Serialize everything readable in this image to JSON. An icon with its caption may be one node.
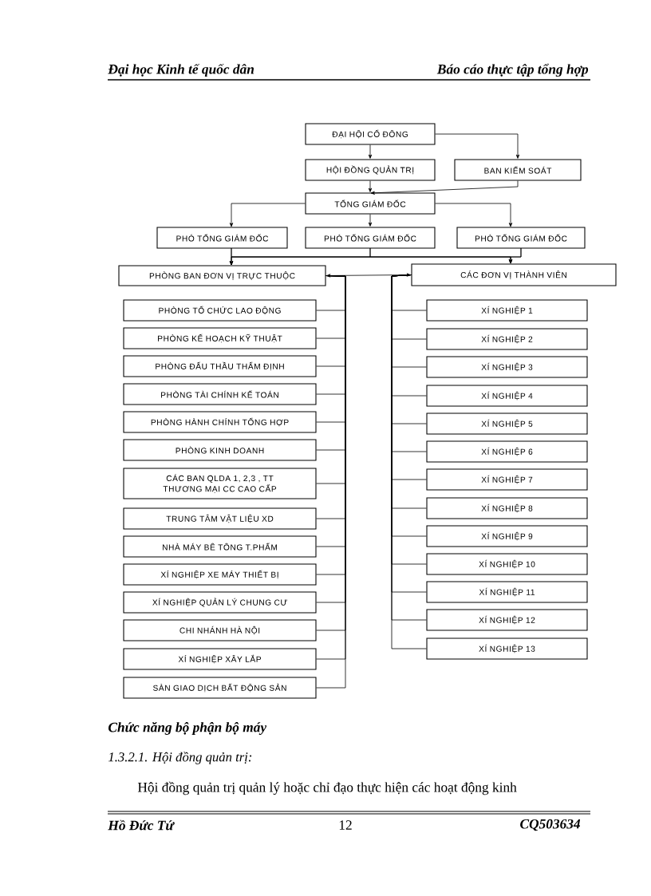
{
  "diagram": {
    "nodes": [
      {
        "text": [
          "ĐẠI HỘI CỔ ĐÔNG"
        ]
      },
      {
        "text": [
          "HỘI ĐỒNG QUẢN TRỊ"
        ]
      },
      {
        "text": [
          "BAN KIỂM SOÁT"
        ]
      },
      {
        "text": [
          "TỔNG GIÁM ĐỐC"
        ]
      },
      {
        "text": [
          "PHÓ TỔNG GIÁM ĐỐC"
        ]
      },
      {
        "text": [
          "PHÓ TỔNG GIÁM ĐỐC"
        ]
      },
      {
        "text": [
          "PHÓ TỔNG GIÁM ĐỐC"
        ]
      },
      {
        "text": [
          "PHÒNG BAN ĐƠN VỊ TRỰC THUỘC"
        ]
      },
      {
        "text": [
          "CÁC ĐƠN VỊ THÀNH VIÊN"
        ]
      },
      {
        "text": [
          "PHÒNG TỔ CHỨC LAO ĐỘNG"
        ]
      },
      {
        "text": [
          "PHÒNG KẾ HOẠCH KỸ THUẬT"
        ]
      },
      {
        "text": [
          "PHÒNG ĐẤU THẦU THẨM ĐỊNH"
        ]
      },
      {
        "text": [
          "PHÒNG TÀI CHÍNH KẾ TOÁN"
        ]
      },
      {
        "text": [
          "PHÒNG HÀNH CHÍNH TỔNG HỢP"
        ]
      },
      {
        "text": [
          "PHÒNG KINH DOANH"
        ]
      },
      {
        "text": [
          "CÁC BAN QLDA 1, 2,3 , TT THƯƠNG MẠI CC CAO CẤP"
        ]
      },
      {
        "text": [
          "TRUNG TÂM VẬT LIỆU XD"
        ]
      },
      {
        "text": [
          "NHÀ MÁY BÊ TÔNG T.PHẨM"
        ]
      },
      {
        "text": [
          "XÍ NGHIỆP XE MÁY THIẾT BỊ"
        ]
      },
      {
        "text": [
          "XÍ NGHIỆP QUẢN LÝ CHUNG CƯ"
        ]
      },
      {
        "text": [
          "CHI NHÁNH HÀ NỘI"
        ]
      },
      {
        "text": [
          "XÍ NGHIỆP XÂY LẮP"
        ]
      },
      {
        "text": [
          "SÀN GIAO DỊCH BẤT ĐỘNG SẢN"
        ]
      },
      {
        "text": [
          "XÍ NGHIỆP 1"
        ]
      },
      {
        "text": [
          "XÍ NGHIỆP 2"
        ]
      },
      {
        "text": [
          "XÍ NGHIỆP 3"
        ]
      },
      {
        "text": [
          "XÍ NGHIỆP 4"
        ]
      },
      {
        "text": [
          "XÍ NGHIỆP 5"
        ]
      },
      {
        "text": [
          "XÍ NGHIỆP 6"
        ]
      },
      {
        "text": [
          "XÍ NGHIỆP 7"
        ]
      },
      {
        "text": [
          "XÍ NGHIỆP 8"
        ]
      },
      {
        "text": [
          "XÍ NGHIỆP 9"
        ]
      },
      {
        "text": [
          "XÍ NGHIỆP 10"
        ]
      },
      {
        "text": [
          "XÍ NGHIỆP 11"
        ]
      },
      {
        "text": [
          "XÍ NGHIỆP 12"
        ]
      },
      {
        "text": [
          "XÍ NGHIỆP 13"
        ]
      }
    ],
    "edges": [
      {
        "from": 0,
        "to": 1,
        "arrow": "to"
      },
      {
        "from": 0,
        "to": 2,
        "arrow": "to"
      },
      {
        "from": 1,
        "to": 3,
        "arrow": "to"
      },
      {
        "from": 2,
        "to": 3,
        "arrow": "to"
      },
      {
        "from": 3,
        "to": 4,
        "arrow": "to"
      },
      {
        "from": 3,
        "to": 5,
        "arrow": "to"
      },
      {
        "from": 3,
        "to": 6,
        "arrow": "to"
      },
      {
        "from": 4,
        "to": 7,
        "arrow": "to"
      },
      {
        "from": 4,
        "to": 8,
        "arrow": "to"
      },
      {
        "from": 5,
        "to": 7,
        "arrow": "to"
      },
      {
        "from": 5,
        "to": 8,
        "arrow": "to"
      },
      {
        "from": 6,
        "to": 7,
        "arrow": "to"
      },
      {
        "from": 6,
        "to": 8,
        "arrow": "to"
      },
      {
        "from": 7,
        "to": 8,
        "arrow": "both"
      },
      {
        "from": 7,
        "to": 9,
        "arrow": "none"
      },
      {
        "from": 7,
        "to": 10,
        "arrow": "none"
      },
      {
        "from": 7,
        "to": 11,
        "arrow": "none"
      },
      {
        "from": 7,
        "to": 12,
        "arrow": "none"
      },
      {
        "from": 7,
        "to": 13,
        "arrow": "none"
      },
      {
        "from": 7,
        "to": 14,
        "arrow": "none"
      },
      {
        "from": 7,
        "to": 15,
        "arrow": "none"
      },
      {
        "from": 7,
        "to": 16,
        "arrow": "none"
      },
      {
        "from": 7,
        "to": 17,
        "arrow": "none"
      },
      {
        "from": 7,
        "to": 18,
        "arrow": "none"
      },
      {
        "from": 7,
        "to": 19,
        "arrow": "none"
      },
      {
        "from": 7,
        "to": 20,
        "arrow": "none"
      },
      {
        "from": 7,
        "to": 21,
        "arrow": "none"
      },
      {
        "from": 7,
        "to": 22,
        "arrow": "none"
      },
      {
        "from": 8,
        "to": 23,
        "arrow": "none"
      },
      {
        "from": 8,
        "to": 24,
        "arrow": "none"
      },
      {
        "from": 8,
        "to": 25,
        "arrow": "none"
      },
      {
        "from": 8,
        "to": 26,
        "arrow": "none"
      },
      {
        "from": 8,
        "to": 27,
        "arrow": "none"
      },
      {
        "from": 8,
        "to": 28,
        "arrow": "none"
      },
      {
        "from": 8,
        "to": 29,
        "arrow": "none"
      },
      {
        "from": 8,
        "to": 30,
        "arrow": "none"
      },
      {
        "from": 8,
        "to": 31,
        "arrow": "none"
      },
      {
        "from": 8,
        "to": 32,
        "arrow": "none"
      },
      {
        "from": 8,
        "to": 33,
        "arrow": "none"
      },
      {
        "from": 8,
        "to": 34,
        "arrow": "none"
      },
      {
        "from": 8,
        "to": 35,
        "arrow": "none"
      }
    ],
    "labels": [
      "Đại học Kinh tế quốc dân",
      "Báo cáo thực tập tổng hợp",
      "Chức năng bộ phận bộ máy",
      "1.3.2.1. Hội đồng quản trị:",
      "Hội đồng quản trị quản lý hoặc chỉ đạo thực hiện các hoạt động kinh",
      "Hồ Đức Tứ",
      "12",
      "CQ503634"
    ]
  }
}
